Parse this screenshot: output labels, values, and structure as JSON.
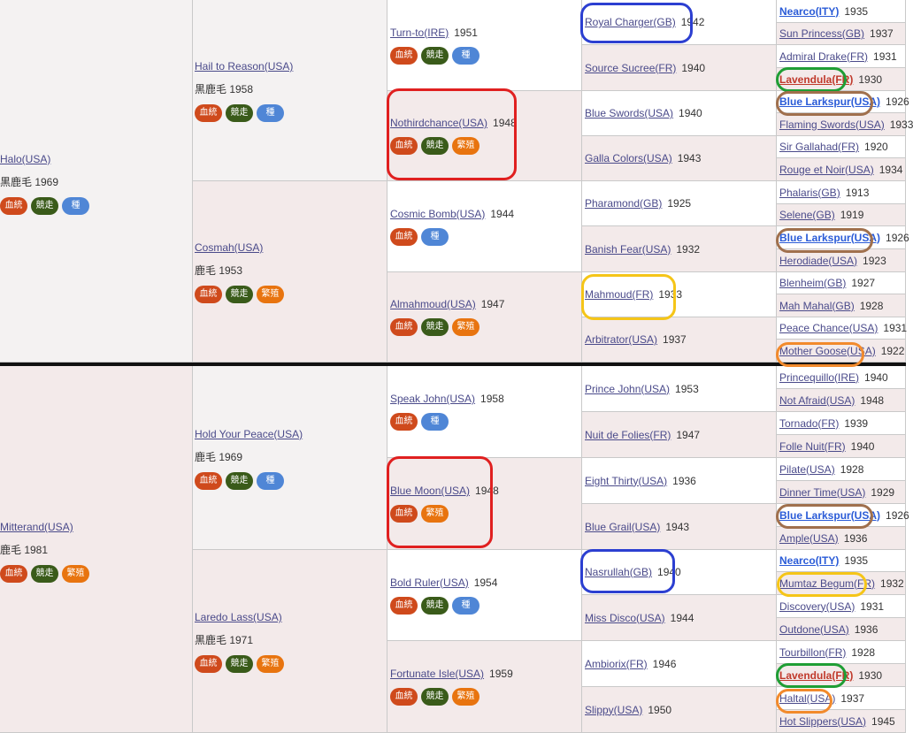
{
  "badges": {
    "blood": "血統",
    "race": "競走",
    "stud": "繁殖",
    "seed": "種"
  },
  "colors": {
    "blood": "#cf4a1c",
    "race": "#3a5b1a",
    "stud": "#e8740f",
    "seed": "#4f86d6",
    "ring_red": "#e02020",
    "ring_blue": "#2c3fd1",
    "ring_yellow": "#f5c518",
    "ring_orange": "#f28a2c",
    "ring_green": "#1f9e35",
    "ring_brown": "#a0704d"
  },
  "gen1": [
    {
      "name": "Halo(USA)",
      "year": "",
      "coat": "黒鹿毛 1969",
      "badges": [
        "blood",
        "race",
        "seed"
      ]
    },
    {
      "name": "Mitterand(USA)",
      "year": "",
      "coat": "鹿毛 1981",
      "badges": [
        "blood",
        "race",
        "stud"
      ]
    }
  ],
  "gen2": [
    {
      "name": "Hail to Reason(USA)",
      "coat": "黒鹿毛 1958",
      "badges": [
        "blood",
        "race",
        "seed"
      ]
    },
    {
      "name": "Cosmah(USA)",
      "coat": "鹿毛 1953",
      "badges": [
        "blood",
        "race",
        "stud"
      ]
    },
    {
      "name": "Hold Your Peace(USA)",
      "coat": "鹿毛 1969",
      "badges": [
        "blood",
        "race",
        "seed"
      ]
    },
    {
      "name": "Laredo Lass(USA)",
      "coat": "黒鹿毛 1971",
      "badges": [
        "blood",
        "race",
        "stud"
      ]
    }
  ],
  "gen3": [
    {
      "name": "Turn-to(IRE)",
      "year": "1951",
      "badges": [
        "blood",
        "race",
        "seed"
      ]
    },
    {
      "name": "Nothirdchance(USA)",
      "year": "1948",
      "badges": [
        "blood",
        "race",
        "stud"
      ]
    },
    {
      "name": "Cosmic Bomb(USA)",
      "year": "1944",
      "badges": [
        "blood",
        "seed"
      ]
    },
    {
      "name": "Almahmoud(USA)",
      "year": "1947",
      "badges": [
        "blood",
        "race",
        "stud"
      ]
    },
    {
      "name": "Speak John(USA)",
      "year": "1958",
      "badges": [
        "blood",
        "seed"
      ]
    },
    {
      "name": "Blue Moon(USA)",
      "year": "1948",
      "badges": [
        "blood",
        "stud"
      ]
    },
    {
      "name": "Bold Ruler(USA)",
      "year": "1954",
      "badges": [
        "blood",
        "race",
        "seed"
      ]
    },
    {
      "name": "Fortunate Isle(USA)",
      "year": "1959",
      "badges": [
        "blood",
        "race",
        "stud"
      ]
    }
  ],
  "gen4": [
    {
      "name": "Royal Charger(GB)",
      "year": "1942"
    },
    {
      "name": "Source Sucree(FR)",
      "year": "1940"
    },
    {
      "name": "Blue Swords(USA)",
      "year": "1940"
    },
    {
      "name": "Galla Colors(USA)",
      "year": "1943"
    },
    {
      "name": "Pharamond(GB)",
      "year": "1925"
    },
    {
      "name": "Banish Fear(USA)",
      "year": "1932"
    },
    {
      "name": "Mahmoud(FR)",
      "year": "1933"
    },
    {
      "name": "Arbitrator(USA)",
      "year": "1937"
    },
    {
      "name": "Prince John(USA)",
      "year": "1953"
    },
    {
      "name": "Nuit de Folies(FR)",
      "year": "1947"
    },
    {
      "name": "Eight Thirty(USA)",
      "year": "1936"
    },
    {
      "name": "Blue Grail(USA)",
      "year": "1943"
    },
    {
      "name": "Nasrullah(GB)",
      "year": "1940"
    },
    {
      "name": "Miss Disco(USA)",
      "year": "1944"
    },
    {
      "name": "Ambiorix(FR)",
      "year": "1946"
    },
    {
      "name": "Slippy(USA)",
      "year": "1950"
    }
  ],
  "gen5": [
    {
      "name": "Nearco(ITY)",
      "year": "1935",
      "style": "blue"
    },
    {
      "name": "Sun Princess(GB)",
      "year": "1937",
      "style": ""
    },
    {
      "name": "Admiral Drake(FR)",
      "year": "1931",
      "style": ""
    },
    {
      "name": "Lavendula(FR)",
      "year": "1930",
      "style": "red"
    },
    {
      "name": "Blue Larkspur(USA)",
      "year": "1926",
      "style": "blue"
    },
    {
      "name": "Flaming Swords(USA)",
      "year": "1933",
      "style": ""
    },
    {
      "name": "Sir Gallahad(FR)",
      "year": "1920",
      "style": ""
    },
    {
      "name": "Rouge et Noir(USA)",
      "year": "1934",
      "style": ""
    },
    {
      "name": "Phalaris(GB)",
      "year": "1913",
      "style": ""
    },
    {
      "name": "Selene(GB)",
      "year": "1919",
      "style": ""
    },
    {
      "name": "Blue Larkspur(USA)",
      "year": "1926",
      "style": "blue"
    },
    {
      "name": "Herodiade(USA)",
      "year": "1923",
      "style": ""
    },
    {
      "name": "Blenheim(GB)",
      "year": "1927",
      "style": ""
    },
    {
      "name": "Mah Mahal(GB)",
      "year": "1928",
      "style": ""
    },
    {
      "name": "Peace Chance(USA)",
      "year": "1931",
      "style": ""
    },
    {
      "name": "Mother Goose(USA)",
      "year": "1922",
      "style": ""
    },
    {
      "name": "Princequillo(IRE)",
      "year": "1940",
      "style": ""
    },
    {
      "name": "Not Afraid(USA)",
      "year": "1948",
      "style": ""
    },
    {
      "name": "Tornado(FR)",
      "year": "1939",
      "style": ""
    },
    {
      "name": "Folle Nuit(FR)",
      "year": "1940",
      "style": ""
    },
    {
      "name": "Pilate(USA)",
      "year": "1928",
      "style": ""
    },
    {
      "name": "Dinner Time(USA)",
      "year": "1929",
      "style": ""
    },
    {
      "name": "Blue Larkspur(USA)",
      "year": "1926",
      "style": "blue"
    },
    {
      "name": "Ample(USA)",
      "year": "1936",
      "style": ""
    },
    {
      "name": "Nearco(ITY)",
      "year": "1935",
      "style": "blue"
    },
    {
      "name": "Mumtaz Begum(FR)",
      "year": "1932",
      "style": ""
    },
    {
      "name": "Discovery(USA)",
      "year": "1931",
      "style": ""
    },
    {
      "name": "Outdone(USA)",
      "year": "1936",
      "style": ""
    },
    {
      "name": "Tourbillon(FR)",
      "year": "1928",
      "style": ""
    },
    {
      "name": "Lavendula(FR)",
      "year": "1930",
      "style": "red"
    },
    {
      "name": "Haltal(USA)",
      "year": "1937",
      "style": ""
    },
    {
      "name": "Hot Slippers(USA)",
      "year": "1945",
      "style": ""
    }
  ]
}
